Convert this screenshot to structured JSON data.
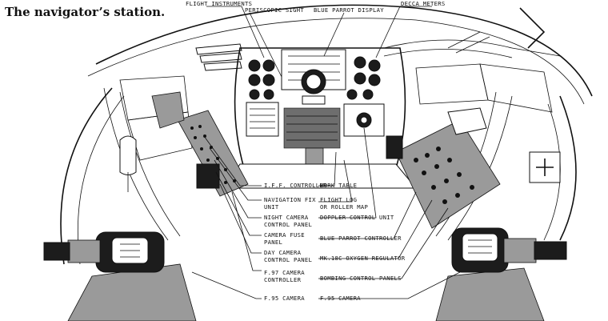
{
  "title": "The navigator’s station.",
  "labels": {
    "flight_instruments": "FLIGHT INSTRUMENTS",
    "periscopic_sight": "PERISCOPIC SIGHT",
    "blue_parrot_display": "BLUE PARROT DISPLAY",
    "decca_meters": "DECCA METERS",
    "iff_controller": "I.F.F. CONTROLLER",
    "navigation_fix_unit_1": "NAVIGATION FIX",
    "navigation_fix_unit_2": "UNIT",
    "night_camera_1": "NIGHT CAMERA",
    "night_camera_2": "CONTROL PANEL",
    "camera_fuse_1": "CAMERA FUSE",
    "camera_fuse_2": "PANEL",
    "day_camera_1": "DAY CAMERA",
    "day_camera_2": "CONTROL PANEL",
    "f97_1": "F.97 CAMERA",
    "f97_2": "CONTROLLER",
    "f95_left": "F.95 CAMERA",
    "work_table": "WORK TABLE",
    "flight_log_1": "FLIGHT LOG",
    "flight_log_2": "OR ROLLER MAP",
    "doppler": "DOPPLER CONTROL UNIT",
    "blue_parrot_controller": "BLUE PARROT CONTROLLER",
    "oxygen_regulator": "MK.18C OXYGEN REGULATOR",
    "bombing_panels": "BOMBING CONTROL PANELS",
    "f95_right": "F.95 CAMERA"
  }
}
